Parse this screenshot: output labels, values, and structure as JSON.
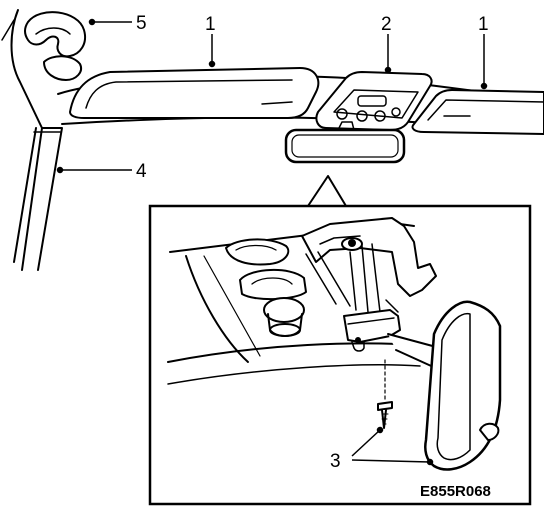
{
  "diagram": {
    "callouts": {
      "c1_left": "1",
      "c1_right": "1",
      "c2": "2",
      "c3": "3",
      "c4": "4",
      "c5": "5"
    },
    "figure_code": "E855R068",
    "colors": {
      "ink": "#000000",
      "paper": "#ffffff",
      "shade": "#d9d9d9"
    }
  }
}
